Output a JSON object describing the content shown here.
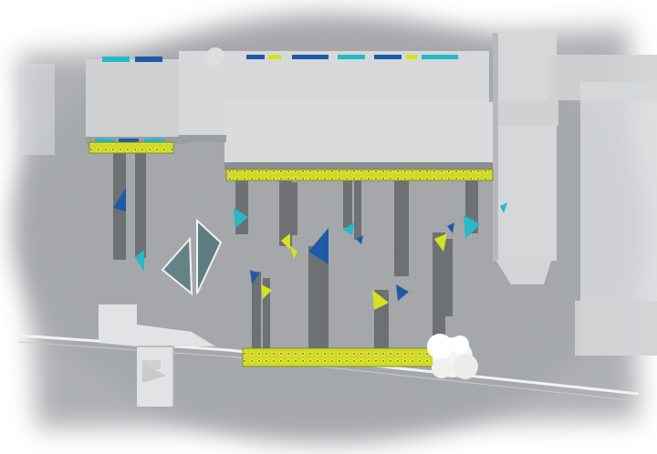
{
  "title": "",
  "palette": {
    "background": "#ffffff",
    "vignette": "#dfe2e5",
    "plaza_paving": "#a7aaad",
    "edge_shadow": "#8c8f92",
    "roof": "#d6d8d9",
    "roof_shadow": "#b4b7b9",
    "stripe": "#6f7274",
    "planter": "#d8df2e",
    "planter_dark": "#76821a",
    "tree_canopy": "#f7f7f5",
    "glass": "#5f7d80",
    "navy": "#1f5aa6",
    "cyan": "#26b9c6",
    "lime": "#d6e21c"
  },
  "elements": [
    {
      "name": "main-building-roof",
      "kind": "building"
    },
    {
      "name": "east-wing-roof",
      "kind": "building"
    },
    {
      "name": "southwest-pavilion-roof",
      "kind": "building"
    },
    {
      "name": "plaza-paving",
      "kind": "ground"
    },
    {
      "name": "shadow-stripes",
      "kind": "paving-pattern"
    },
    {
      "name": "triangle-markers",
      "kind": "paving-pattern"
    },
    {
      "name": "planter-beds",
      "kind": "planting"
    },
    {
      "name": "tree-canopy",
      "kind": "planting"
    },
    {
      "name": "glass-triangles",
      "kind": "feature"
    }
  ]
}
